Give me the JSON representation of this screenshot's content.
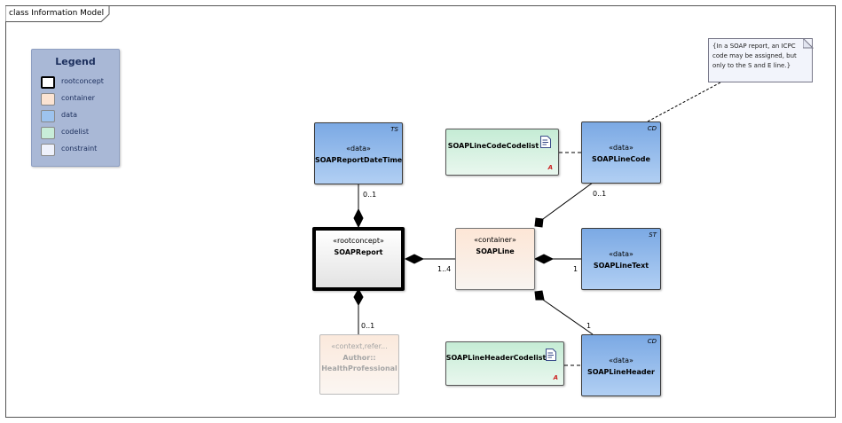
{
  "frame": {
    "title": "class Information Model"
  },
  "legend": {
    "title": "Legend",
    "items": [
      {
        "label": "rootconcept",
        "color": "#ffffff",
        "border": "#000000"
      },
      {
        "label": "container",
        "color": "#fbe3d2",
        "border": "#888888"
      },
      {
        "label": "data",
        "color": "#9dc3ee",
        "border": "#888888"
      },
      {
        "label": "codelist",
        "color": "#c8edd8",
        "border": "#888888"
      },
      {
        "label": "constraint",
        "color": "#eef1fb",
        "border": "#888888"
      }
    ]
  },
  "classes": {
    "report_datetime": {
      "type": "TS",
      "stereotype": "«data»",
      "name": "SOAPReportDateTime"
    },
    "report": {
      "stereotype": "«rootconcept»",
      "name": "SOAPReport"
    },
    "author": {
      "stereotype": "«context,refer...",
      "name_line1": "Author::",
      "name_line2": "HealthProfessional"
    },
    "line": {
      "stereotype": "«container»",
      "name": "SOAPLine"
    },
    "line_code_codelist": {
      "name": "SOAPLineCodeCodelist",
      "marker": "A"
    },
    "line_code": {
      "type": "CD",
      "stereotype": "«data»",
      "name": "SOAPLineCode"
    },
    "line_text": {
      "type": "ST",
      "stereotype": "«data»",
      "name": "SOAPLineText"
    },
    "line_header_codelist": {
      "name": "SOAPLineHeaderCodelist",
      "marker": "A"
    },
    "line_header": {
      "type": "CD",
      "stereotype": "«data»",
      "name": "SOAPLineHeader"
    }
  },
  "note": {
    "lines": [
      "{In a SOAP report, an ICPC",
      "code may be assigned, but",
      "only to the S and E line.}"
    ]
  },
  "multiplicities": {
    "datetime": "0..1",
    "author": "0..1",
    "line": "1..4",
    "line_code": "0..1",
    "line_text": "1",
    "line_header": "1"
  }
}
